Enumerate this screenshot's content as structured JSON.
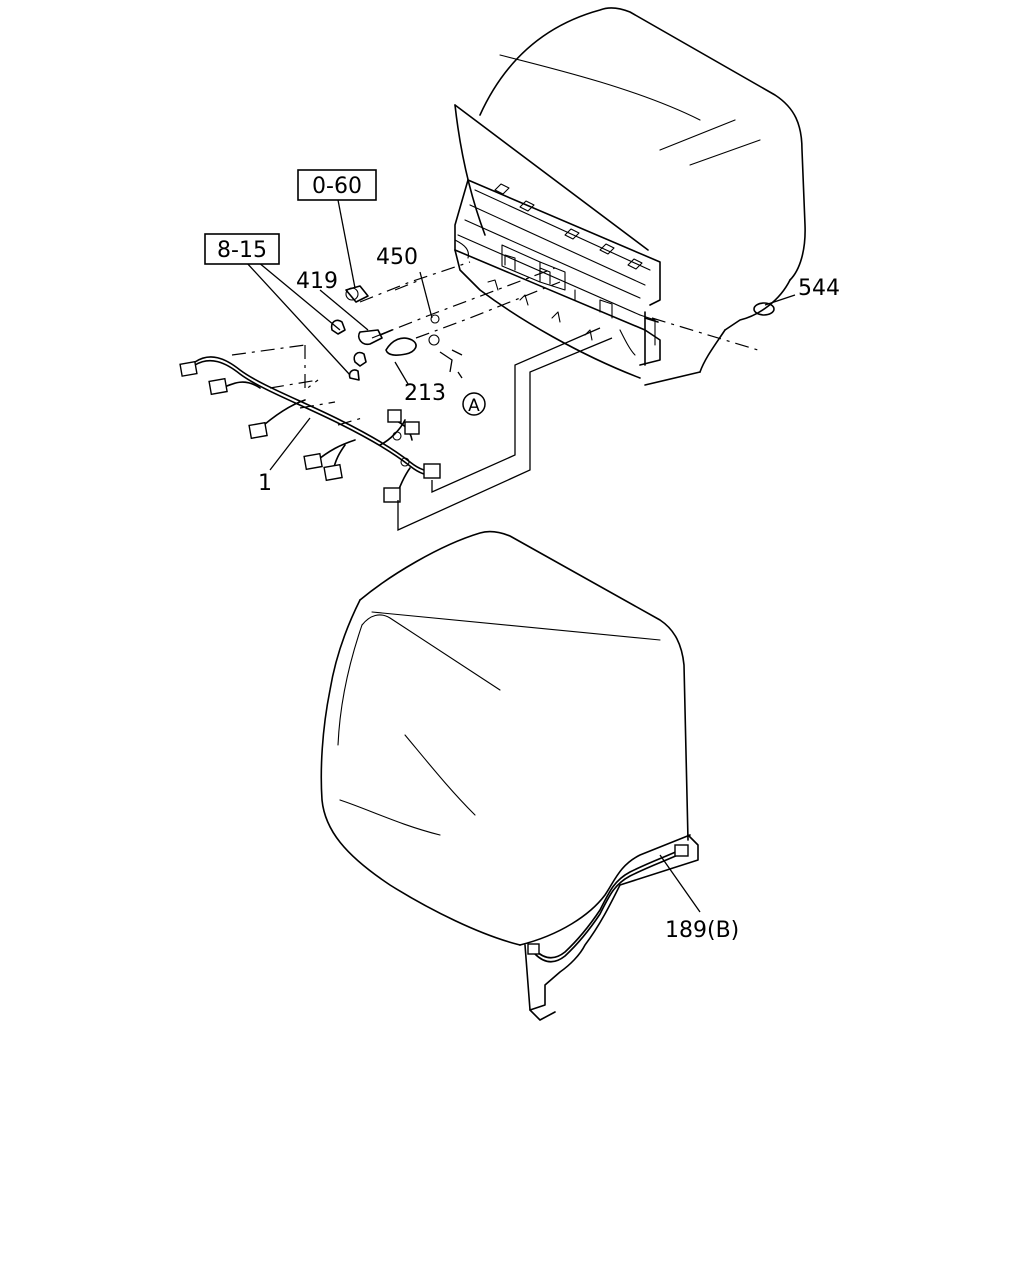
{
  "callouts": {
    "ref_0_60": "0-60",
    "ref_8_15": "8-15",
    "part_419": "419",
    "part_450": "450",
    "part_544": "544",
    "part_213": "213",
    "part_1": "1",
    "part_189b": "189(B)",
    "detail_a": "A"
  }
}
